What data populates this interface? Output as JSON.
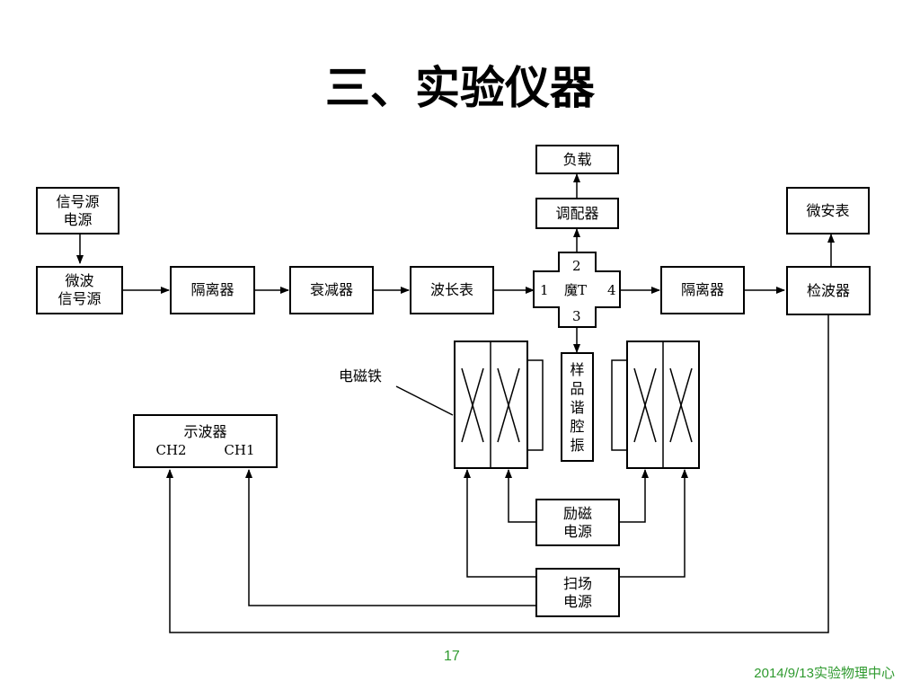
{
  "slide": {
    "title": "三、实验仪器",
    "page_number": "17",
    "footer_text": "2014/9/13实验物理中心"
  },
  "diagram": {
    "signal_power": "信号源\n电源",
    "microwave_source": "微波\n信号源",
    "isolator_1": "隔离器",
    "attenuator": "衰减器",
    "wavemeter": "波长表",
    "magic_tee": {
      "label": "魔T",
      "port_1": "1",
      "port_2": "2",
      "port_3": "3",
      "port_4": "4"
    },
    "matcher": "调配器",
    "load": "负载",
    "isolator_2": "隔离器",
    "detector": "检波器",
    "microammeter": "微安表",
    "magnet_label": "电磁铁",
    "sample_cavity": "样品谐腔振",
    "oscilloscope": {
      "label": "示波器",
      "ch2": "CH2",
      "ch1": "CH1"
    },
    "excitation_power": "励磁\n电源",
    "sweep_power": "扫场\n电源"
  }
}
